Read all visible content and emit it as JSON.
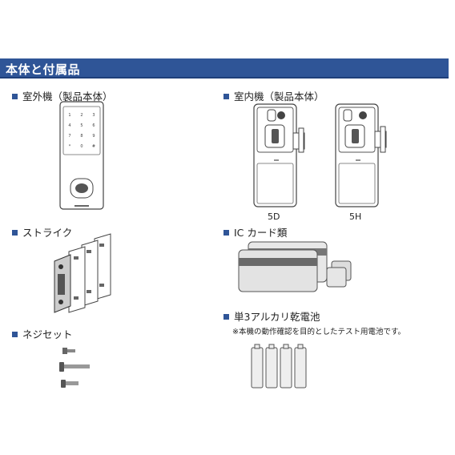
{
  "header": {
    "title": "本体と付属品"
  },
  "sections": {
    "outdoor": {
      "label": "室外機（製品本体）"
    },
    "indoor": {
      "label": "室内機（製品本体）",
      "models": [
        "5D",
        "5H"
      ]
    },
    "strike": {
      "label": "ストライク"
    },
    "ic_card": {
      "label": "IC カード類"
    },
    "screws": {
      "label": "ネジセット"
    },
    "battery": {
      "label": "単3アルカリ乾電池",
      "note": "※本機の動作確認を目的としたテスト用電池です。"
    }
  },
  "keypad": {
    "keys": [
      "1",
      "2",
      "3",
      "4",
      "5",
      "6",
      "7",
      "8",
      "9",
      "*",
      "0",
      "#"
    ]
  },
  "colors": {
    "header_bg": "#2f5597",
    "bullet": "#2f5597"
  }
}
